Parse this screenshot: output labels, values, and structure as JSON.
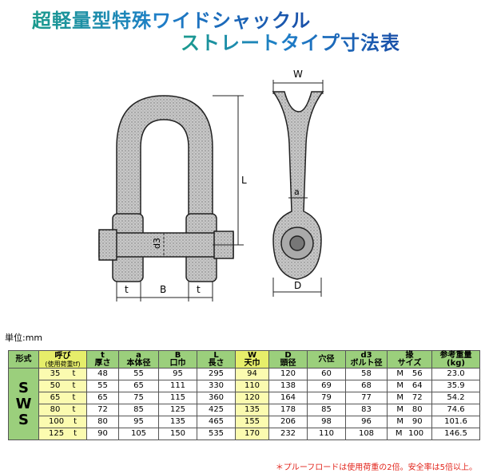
{
  "title": {
    "line1": "超軽量型特殊ワイドシャックル",
    "line2": "ストレートタイプ寸法表"
  },
  "drawing": {
    "labels": {
      "t": "t",
      "B": "B",
      "L": "L",
      "d3": "d3",
      "W": "W",
      "a": "a",
      "D": "D"
    }
  },
  "unit": "単位:mm",
  "table": {
    "headers": [
      {
        "top": "形式",
        "bottom": ""
      },
      {
        "top": "呼び",
        "bottom": "(使用荷重tf)"
      },
      {
        "top": "t",
        "bottom": "厚さ"
      },
      {
        "top": "a",
        "bottom": "本体径"
      },
      {
        "top": "B",
        "bottom": "口巾"
      },
      {
        "top": "L",
        "bottom": "長さ"
      },
      {
        "top": "W",
        "bottom": "天巾"
      },
      {
        "top": "D",
        "bottom": "頭径"
      },
      {
        "top": "穴径",
        "bottom": ""
      },
      {
        "top": "d3",
        "bottom": "ボルト径"
      },
      {
        "top": "掾",
        "bottom": "サイズ"
      },
      {
        "top": "参考重量",
        "bottom": "(kg)"
      }
    ],
    "type_label": [
      "S",
      "W",
      "S"
    ],
    "rows": [
      {
        "nominal": "35",
        "unit": "t",
        "t": "48",
        "a": "55",
        "B": "95",
        "L": "295",
        "W": "94",
        "D": "120",
        "hole": "60",
        "d3": "58",
        "size_prefix": "M",
        "size": "56",
        "weight": "23.0"
      },
      {
        "nominal": "50",
        "unit": "t",
        "t": "55",
        "a": "65",
        "B": "111",
        "L": "330",
        "W": "110",
        "D": "138",
        "hole": "69",
        "d3": "68",
        "size_prefix": "M",
        "size": "64",
        "weight": "35.9"
      },
      {
        "nominal": "65",
        "unit": "t",
        "t": "65",
        "a": "75",
        "B": "115",
        "L": "360",
        "W": "120",
        "D": "164",
        "hole": "79",
        "d3": "77",
        "size_prefix": "M",
        "size": "72",
        "weight": "54.2"
      },
      {
        "nominal": "80",
        "unit": "t",
        "t": "72",
        "a": "85",
        "B": "125",
        "L": "425",
        "W": "135",
        "D": "178",
        "hole": "85",
        "d3": "83",
        "size_prefix": "M",
        "size": "80",
        "weight": "74.6"
      },
      {
        "nominal": "100",
        "unit": "t",
        "t": "80",
        "a": "95",
        "B": "135",
        "L": "465",
        "W": "155",
        "D": "206",
        "hole": "98",
        "d3": "96",
        "size_prefix": "M",
        "size": "90",
        "weight": "101.6"
      },
      {
        "nominal": "125",
        "unit": "t",
        "t": "90",
        "a": "105",
        "B": "150",
        "L": "535",
        "W": "170",
        "D": "232",
        "hole": "110",
        "d3": "108",
        "size_prefix": "M",
        "size": "100",
        "weight": "146.5"
      }
    ]
  },
  "note": "＊プルーフロードは使用荷重の2倍。安全率は5倍以上。"
}
